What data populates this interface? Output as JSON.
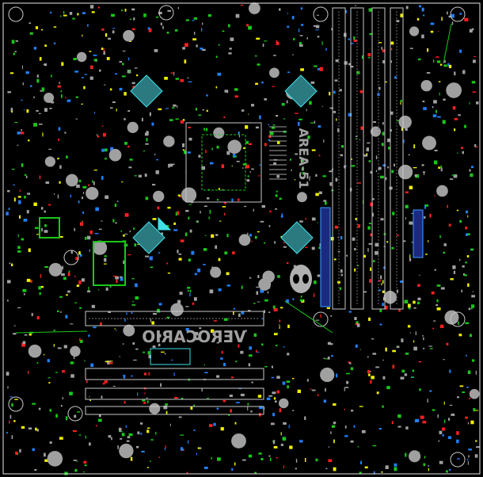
{
  "view": {
    "type": "pcb-boardview",
    "side": "bottom"
  },
  "colors": {
    "background": "#000000",
    "outline": "#e6e6e6",
    "silkscreen": "#a0a0a0",
    "pads_green": "#19c819",
    "test_red": "#ff2020",
    "marker_yellow": "#f0f000",
    "heatsink_cyan": "#40e0e8",
    "via_blue": "#2080ff"
  },
  "logos": {
    "silk_text": "VEROCARIO",
    "logo_badge": "AREA-51"
  }
}
